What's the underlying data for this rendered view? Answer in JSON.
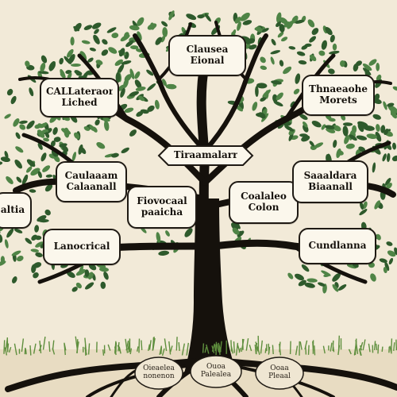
{
  "colors": {
    "background": "#f2ead8",
    "trunk": "#15110c",
    "leaf_dark": "#2e5a2c",
    "leaf_light": "#4f8446",
    "grass": "#5f8f3e",
    "label_fill": "#fbf7ec",
    "label_border": "#1f1a14"
  },
  "labels": {
    "top_center": [
      "Clausea",
      "Eional"
    ],
    "upper_left": [
      "CALLateraon",
      "Liched"
    ],
    "upper_right": [
      "Thnaeaohe",
      "Morets"
    ],
    "center_banner": [
      "Tiraamalarr"
    ],
    "mid_left": [
      "Caulaaam",
      "Calaanall"
    ],
    "mid_center_left": [
      "Fiovocaal",
      "paaicha"
    ],
    "mid_center_right": [
      "Coalaleo",
      "Colon"
    ],
    "mid_right": [
      "Saaaldara",
      "Biaanall"
    ],
    "far_left": [
      "altia"
    ],
    "lower_left": [
      "Lanocrical"
    ],
    "lower_right": [
      "Cundlanna"
    ]
  },
  "root_labels": {
    "left": [
      "Oieaelea",
      "nonenon"
    ],
    "center": [
      "Ouoa",
      "Palealea"
    ],
    "right": [
      "Ooaa",
      "Pleaal"
    ]
  }
}
